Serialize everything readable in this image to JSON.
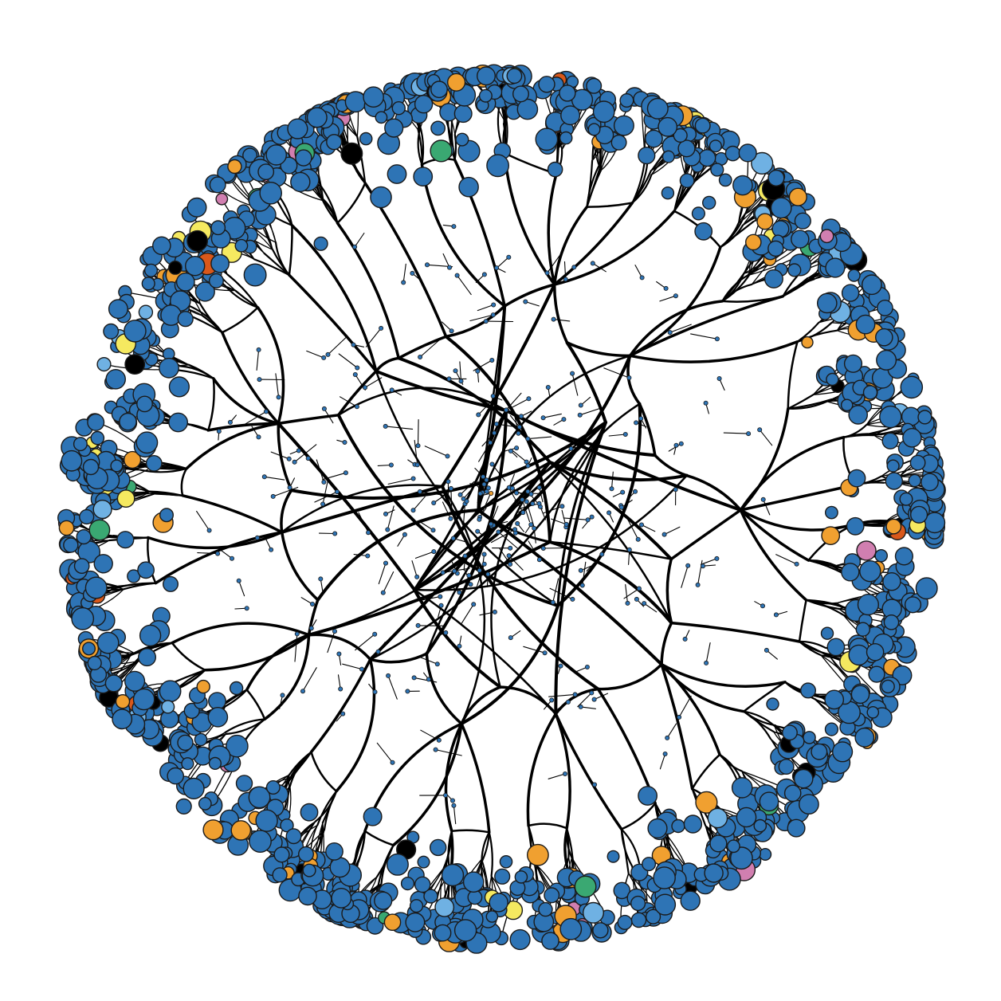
{
  "diagram": {
    "kind": "bundled radial network graph",
    "background_color": "#ffffff",
    "edge_color": "#000000",
    "node_stroke_color": "#1a1a1a",
    "node_colors": {
      "primary": "#2e74b5",
      "light_blue": "#6fb1e3",
      "orange": "#f0a030",
      "yellow": "#f5e960",
      "green": "#3aa872",
      "red_orange": "#d9581b",
      "pink": "#d17fb0",
      "black": "#000000"
    },
    "color_frequency": {
      "primary": 0.88,
      "light_blue": 0.015,
      "orange": 0.04,
      "yellow": 0.02,
      "green": 0.01,
      "red_orange": 0.01,
      "pink": 0.01,
      "black": 0.015
    }
  }
}
